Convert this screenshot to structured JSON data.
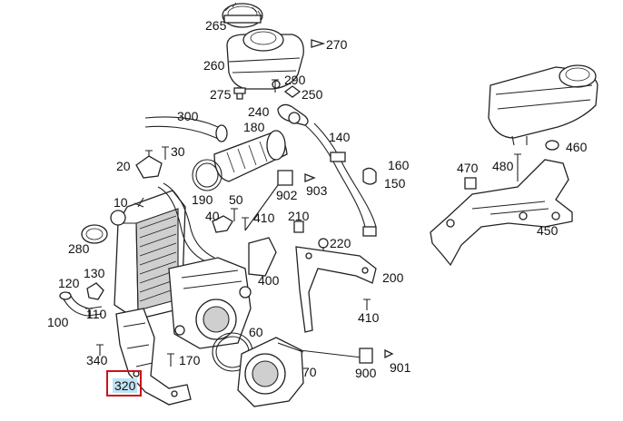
{
  "selected_part": "320",
  "callouts": {
    "p10": "10",
    "p20": "20",
    "p30": "30",
    "p40": "40",
    "p50": "50",
    "p60": "60",
    "p70": "70",
    "p100": "100",
    "p110": "110",
    "p120": "120",
    "p130": "130",
    "p140": "140",
    "p150": "150",
    "p160": "160",
    "p170": "170",
    "p180": "180",
    "p190": "190",
    "p200": "200",
    "p210": "210",
    "p220": "220",
    "p240": "240",
    "p250": "250",
    "p260": "260",
    "p265": "265",
    "p270": "270",
    "p275": "275",
    "p280": "280",
    "p290": "290",
    "p300": "300",
    "p320": "320",
    "p340": "340",
    "p400": "400",
    "p410a": "410",
    "p410b": "410",
    "p450": "450",
    "p460": "460",
    "p470": "470",
    "p480": "480",
    "p900": "900",
    "p901": "901",
    "p902": "902",
    "p903": "903"
  }
}
